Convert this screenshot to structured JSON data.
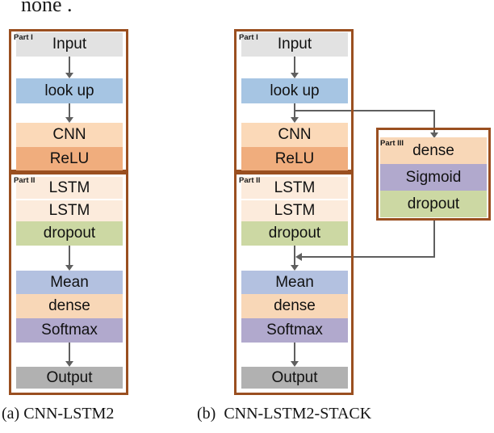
{
  "text_fragment_top": "none .",
  "colors": {
    "frame_brown": "#9a4f20",
    "arrow_gray": "#5f5f5f",
    "input_gray": "#e2e2e2",
    "lookup_blue": "#a6c5e3",
    "cnn_peach": "#fbd9b8",
    "relu_orange": "#f0ad7d",
    "lstm_pale": "#fcebdc",
    "dropout_green": "#ccd8a3",
    "mean_blue": "#b3c1e0",
    "dense_peach": "#f8d7b7",
    "softmax_purple": "#b1a9cd",
    "output_gray": "#b1b1b1"
  },
  "diagram_a": {
    "caption": "(a) CNN-LSTM2",
    "part1": {
      "label": "Part I",
      "boxes": [
        {
          "label": "Input",
          "color": "#e2e2e2"
        },
        {
          "label": "look up",
          "color": "#a6c5e3"
        },
        {
          "label": "CNN",
          "color": "#fbd9b8"
        },
        {
          "label": "ReLU",
          "color": "#f0ad7d"
        }
      ]
    },
    "part2": {
      "label": "Part II",
      "boxes": [
        {
          "label": "LSTM",
          "color": "#fcebdc"
        },
        {
          "label": "LSTM",
          "color": "#fcebdc"
        },
        {
          "label": "dropout",
          "color": "#ccd8a3"
        },
        {
          "label": "Mean",
          "color": "#b3c1e0"
        },
        {
          "label": "dense",
          "color": "#f8d7b7"
        },
        {
          "label": "Softmax",
          "color": "#b1a9cd"
        },
        {
          "label": "Output",
          "color": "#b1b1b1"
        }
      ]
    }
  },
  "diagram_b": {
    "caption": "(b)  CNN-LSTM2-STACK",
    "part1": {
      "label": "Part I",
      "boxes": [
        {
          "label": "Input",
          "color": "#e2e2e2"
        },
        {
          "label": "look up",
          "color": "#a6c5e3"
        },
        {
          "label": "CNN",
          "color": "#fbd9b8"
        },
        {
          "label": "ReLU",
          "color": "#f0ad7d"
        }
      ]
    },
    "part2": {
      "label": "Part II",
      "boxes": [
        {
          "label": "LSTM",
          "color": "#fcebdc"
        },
        {
          "label": "LSTM",
          "color": "#fcebdc"
        },
        {
          "label": "dropout",
          "color": "#ccd8a3"
        },
        {
          "label": "Mean",
          "color": "#b3c1e0"
        },
        {
          "label": "dense",
          "color": "#f8d7b7"
        },
        {
          "label": "Softmax",
          "color": "#b1a9cd"
        },
        {
          "label": "Output",
          "color": "#b1b1b1"
        }
      ]
    },
    "part3": {
      "label": "Part III",
      "boxes": [
        {
          "label": "dense",
          "color": "#f8d7b7"
        },
        {
          "label": "Sigmoid",
          "color": "#b1a9cd"
        },
        {
          "label": "dropout",
          "color": "#ccd8a3"
        }
      ]
    }
  }
}
